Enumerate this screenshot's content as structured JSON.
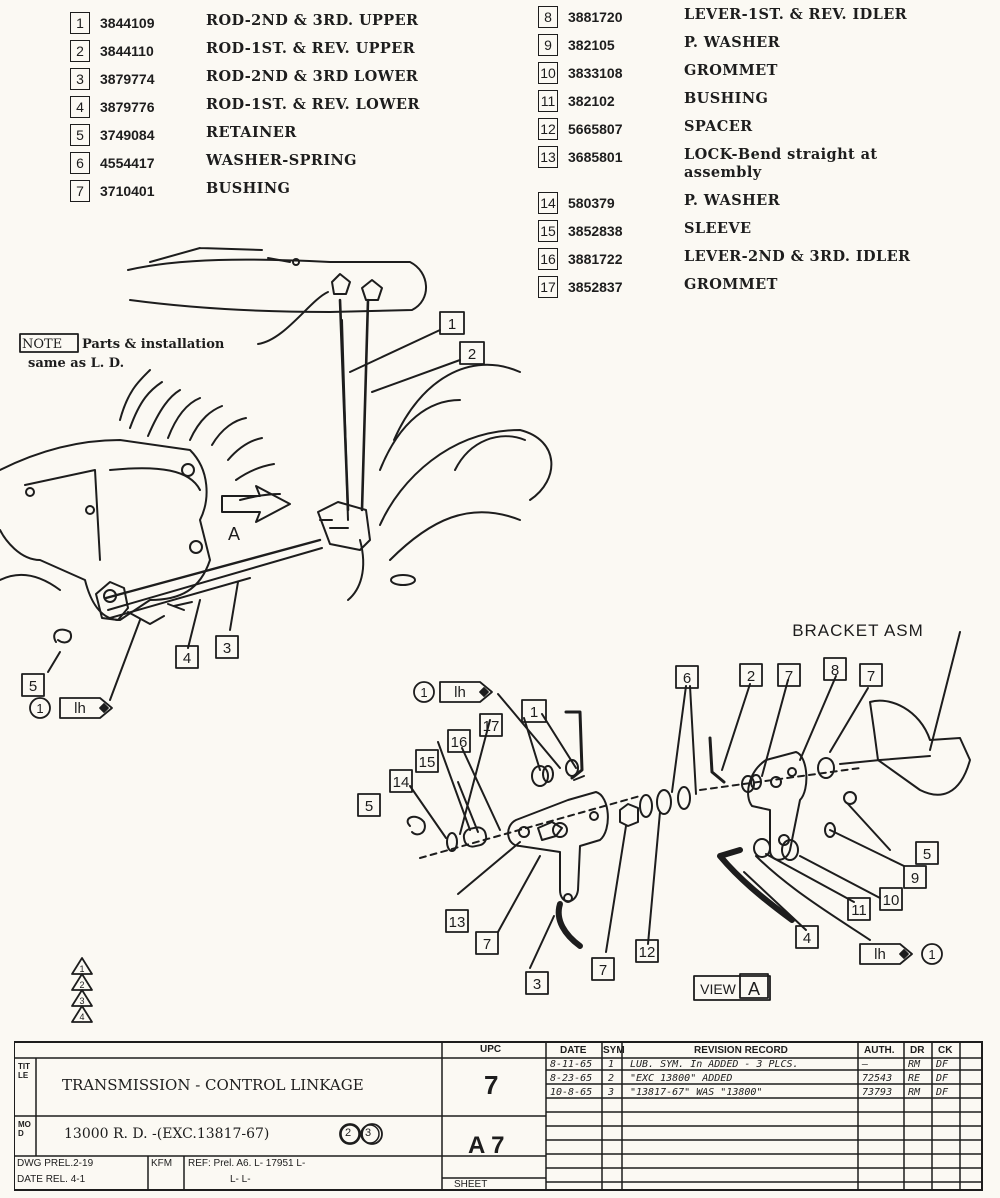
{
  "parts_left": [
    {
      "n": "1",
      "no": "3844109",
      "d": "ROD-2ND & 3RD. UPPER"
    },
    {
      "n": "2",
      "no": "3844110",
      "d": "ROD-1ST. & REV. UPPER"
    },
    {
      "n": "3",
      "no": "3879774",
      "d": "ROD-2ND & 3RD LOWER"
    },
    {
      "n": "4",
      "no": "3879776",
      "d": "ROD-1ST. & REV. LOWER"
    },
    {
      "n": "5",
      "no": "3749084",
      "d": "RETAINER"
    },
    {
      "n": "6",
      "no": "4554417",
      "d": "WASHER-SPRING"
    },
    {
      "n": "7",
      "no": "3710401",
      "d": "BUSHING"
    }
  ],
  "parts_right": [
    {
      "n": "8",
      "no": "3881720",
      "d": "LEVER-1ST. & REV. IDLER"
    },
    {
      "n": "9",
      "no": "382105",
      "d": "P. WASHER"
    },
    {
      "n": "10",
      "no": "3833108",
      "d": "GROMMET"
    },
    {
      "n": "11",
      "no": "382102",
      "d": "BUSHING"
    },
    {
      "n": "12",
      "no": "5665807",
      "d": "SPACER"
    },
    {
      "n": "13",
      "no": "3685801",
      "d": "LOCK-Bend straight at assembly"
    },
    {
      "n": "14",
      "no": "580379",
      "d": "P. WASHER"
    },
    {
      "n": "15",
      "no": "3852838",
      "d": "SLEEVE"
    },
    {
      "n": "16",
      "no": "3881722",
      "d": "LEVER-2ND & 3RD. IDLER"
    },
    {
      "n": "17",
      "no": "3852837",
      "d": "GROMMET"
    }
  ],
  "note": {
    "tag": "NOTE",
    "text1": "Parts & installation",
    "text2": "same as L. D."
  },
  "callouts": {
    "c1": "1",
    "c2": "2",
    "c3": "3",
    "c4": "4",
    "c5": "5",
    "c6": "6",
    "c7": "7",
    "c8": "8",
    "c9": "9",
    "c10": "10",
    "c11": "11",
    "c12": "12",
    "c13": "13",
    "c14": "14",
    "c15": "15",
    "c16": "16",
    "c17": "17",
    "arrowA": "A",
    "lh": "lh",
    "circ1": "1",
    "bracket": "BRACKET ASM",
    "view": "VIEW",
    "viewA": "A"
  },
  "title_block": {
    "upc_head": "UPC",
    "title_label": "TITLE",
    "title": "TRANSMISSION - CONTROL LINKAGE",
    "upc": "7",
    "mod_label": "MOD",
    "mod": "13000 R. D.  -(EXC.13817-67)",
    "mod_c2": "2",
    "mod_c3": "3",
    "sheet_code": "A 7",
    "dwg": "DWG PREL.2-19",
    "date": "DATE REL. 4-1",
    "by": "KFM",
    "ref": "REF: Prel. A6.  L- 17951 L-",
    "ref2": "L-          L-",
    "sheet": "SHEET",
    "h_date": "DATE",
    "h_sym": "SYM",
    "h_rev": "REVISION RECORD",
    "h_auth": "AUTH.",
    "h_dr": "DR",
    "h_ck": "CK",
    "revisions": [
      {
        "date": "8-11-65",
        "sym": "1",
        "rec": "LUB. SYM. In ADDED - 3 PLCS.",
        "auth": "—",
        "dr": "RM",
        "ck": "DF"
      },
      {
        "date": "8-23-65",
        "sym": "2",
        "rec": "\"EXC 13800\" ADDED",
        "auth": "72543",
        "dr": "RE",
        "ck": "DF"
      },
      {
        "date": "10-8-65",
        "sym": "3",
        "rec": "\"13817-67\" WAS \"13800\"",
        "auth": "73793",
        "dr": "RM",
        "ck": "DF"
      }
    ],
    "lub_tri": [
      "1",
      "2",
      "3",
      "4"
    ]
  }
}
